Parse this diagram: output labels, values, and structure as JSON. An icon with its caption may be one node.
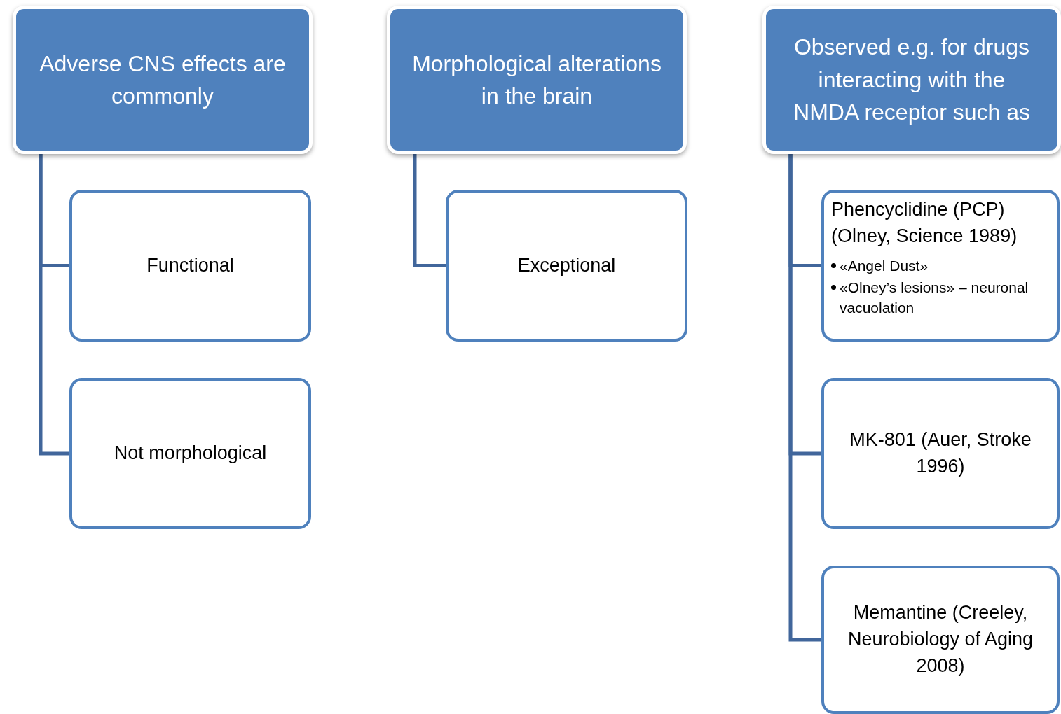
{
  "diagram": {
    "nodes": [
      {
        "text": [
          "Adverse CNS effects are commonly"
        ]
      },
      {
        "text": [
          "Functional"
        ]
      },
      {
        "text": [
          "Not morphological"
        ]
      },
      {
        "text": [
          "Morphological alterations in the brain"
        ]
      },
      {
        "text": [
          "Exceptional"
        ]
      },
      {
        "text": [
          "Observed e.g. for drugs interacting with the NMDA receptor such as"
        ]
      },
      {
        "text": [
          "Phencyclidine (PCP) (Olney, Science 1989)",
          "«Angel Dust»",
          "«Olney’s lesions» – neuronal vacuolation"
        ]
      },
      {
        "text": [
          "MK-801 (Auer, Stroke 1996)"
        ]
      },
      {
        "text": [
          "Memantine (Creeley, Neurobiology of Aging 2008)"
        ]
      }
    ],
    "edges": [
      {
        "from": 0,
        "to": 1,
        "arrow": "none"
      },
      {
        "from": 0,
        "to": 2,
        "arrow": "none"
      },
      {
        "from": 3,
        "to": 4,
        "arrow": "none"
      },
      {
        "from": 5,
        "to": 6,
        "arrow": "none"
      },
      {
        "from": 5,
        "to": 7,
        "arrow": "none"
      },
      {
        "from": 5,
        "to": 8,
        "arrow": "none"
      }
    ]
  }
}
